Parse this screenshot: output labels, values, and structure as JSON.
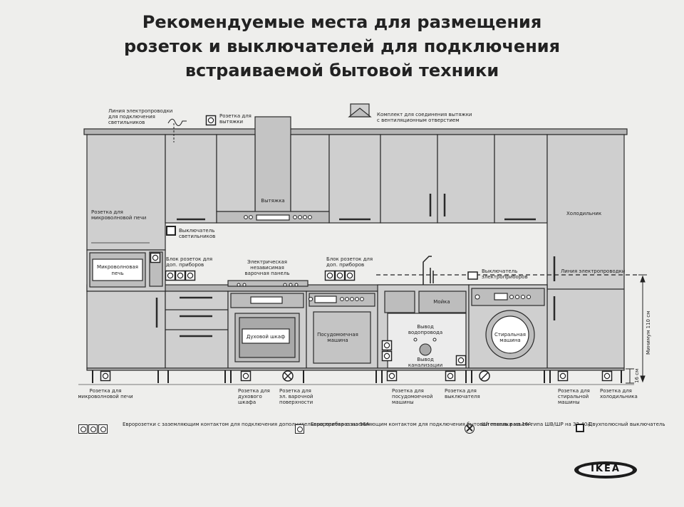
{
  "title": {
    "line1": "Рекомендуемые места для размещения",
    "line2": "розеток и выключателей для подключения",
    "line3": "встраиваемой бытовой техники"
  },
  "labels": {
    "lighting_wire": [
      "Линия электропроводки",
      "для подключения",
      "светильников"
    ],
    "hood_socket": [
      "Розетка для",
      "вытяжки"
    ],
    "hood_kit": [
      "Комплект для соединения вытяжки",
      "с вентиляционным отверстием"
    ],
    "hood": "Вытяжка",
    "micro_socket_top": [
      "Розетка для",
      "микроволновой печи"
    ],
    "light_switch": [
      "Выключатель",
      "светильников"
    ],
    "socket_block_left": [
      "Блок розеток для",
      "доп. приборов"
    ],
    "hob_panel": [
      "Электрическая",
      "независимая",
      "варочная панель"
    ],
    "socket_block_right": [
      "Блок розеток для",
      "доп. приборов"
    ],
    "appliance_switch": [
      "Выключатель",
      "электроприборов"
    ],
    "fridge": "Холодильник",
    "wiring_line": "Линия электропроводки",
    "microwave": [
      "Микроволновая",
      "печь"
    ],
    "oven": "Духовой шкаф",
    "dishwasher": [
      "Посудомоечная",
      "машина"
    ],
    "sink": "Мойка",
    "water_supply": [
      "Вывод",
      "водопровода"
    ],
    "sewer": [
      "Вывод",
      "канализации"
    ],
    "washer": [
      "Стиральная",
      "машина"
    ],
    "min_110": "Минимум 110 см",
    "dim_16": "16 см",
    "bottom_micro": [
      "Розетка для",
      "микроволновой печи"
    ],
    "bottom_oven": [
      "Розетка для",
      "духового",
      "шкафа"
    ],
    "bottom_hob": [
      "Розетка для",
      "эл. варочной",
      "поверхности"
    ],
    "bottom_dish": [
      "Розетка для",
      "посудомоечной",
      "машины"
    ],
    "bottom_switches": [
      "Розетка для",
      "выключателя"
    ],
    "bottom_washer": [
      "Розетка для",
      "стиральной",
      "машины"
    ],
    "bottom_fridge": [
      "Розетка для",
      "холодильника"
    ]
  },
  "legend": {
    "item1": [
      "Евророзетки с заземляющим контактом для",
      "подключения дополнительных приборов на 16А"
    ],
    "item2": [
      "Евророзетка с заземляющим контактом",
      "для подключения бытовой техники на 16А"
    ],
    "item3": [
      "Штепсель разъем типа",
      "ШВ/ШР на 32-40А"
    ],
    "item4": [
      "Двухполюсный",
      "выключатель"
    ]
  },
  "logo": "IKEA",
  "icons": {
    "socket": "grounded-socket-icon",
    "plug": "power-connector-icon",
    "switch": "switch-icon"
  },
  "colors": {
    "cabinet": "#cfcfcf",
    "cabinet_dark": "#bdbdbd",
    "line": "#2a2a2a",
    "background": "#eeeeec"
  }
}
